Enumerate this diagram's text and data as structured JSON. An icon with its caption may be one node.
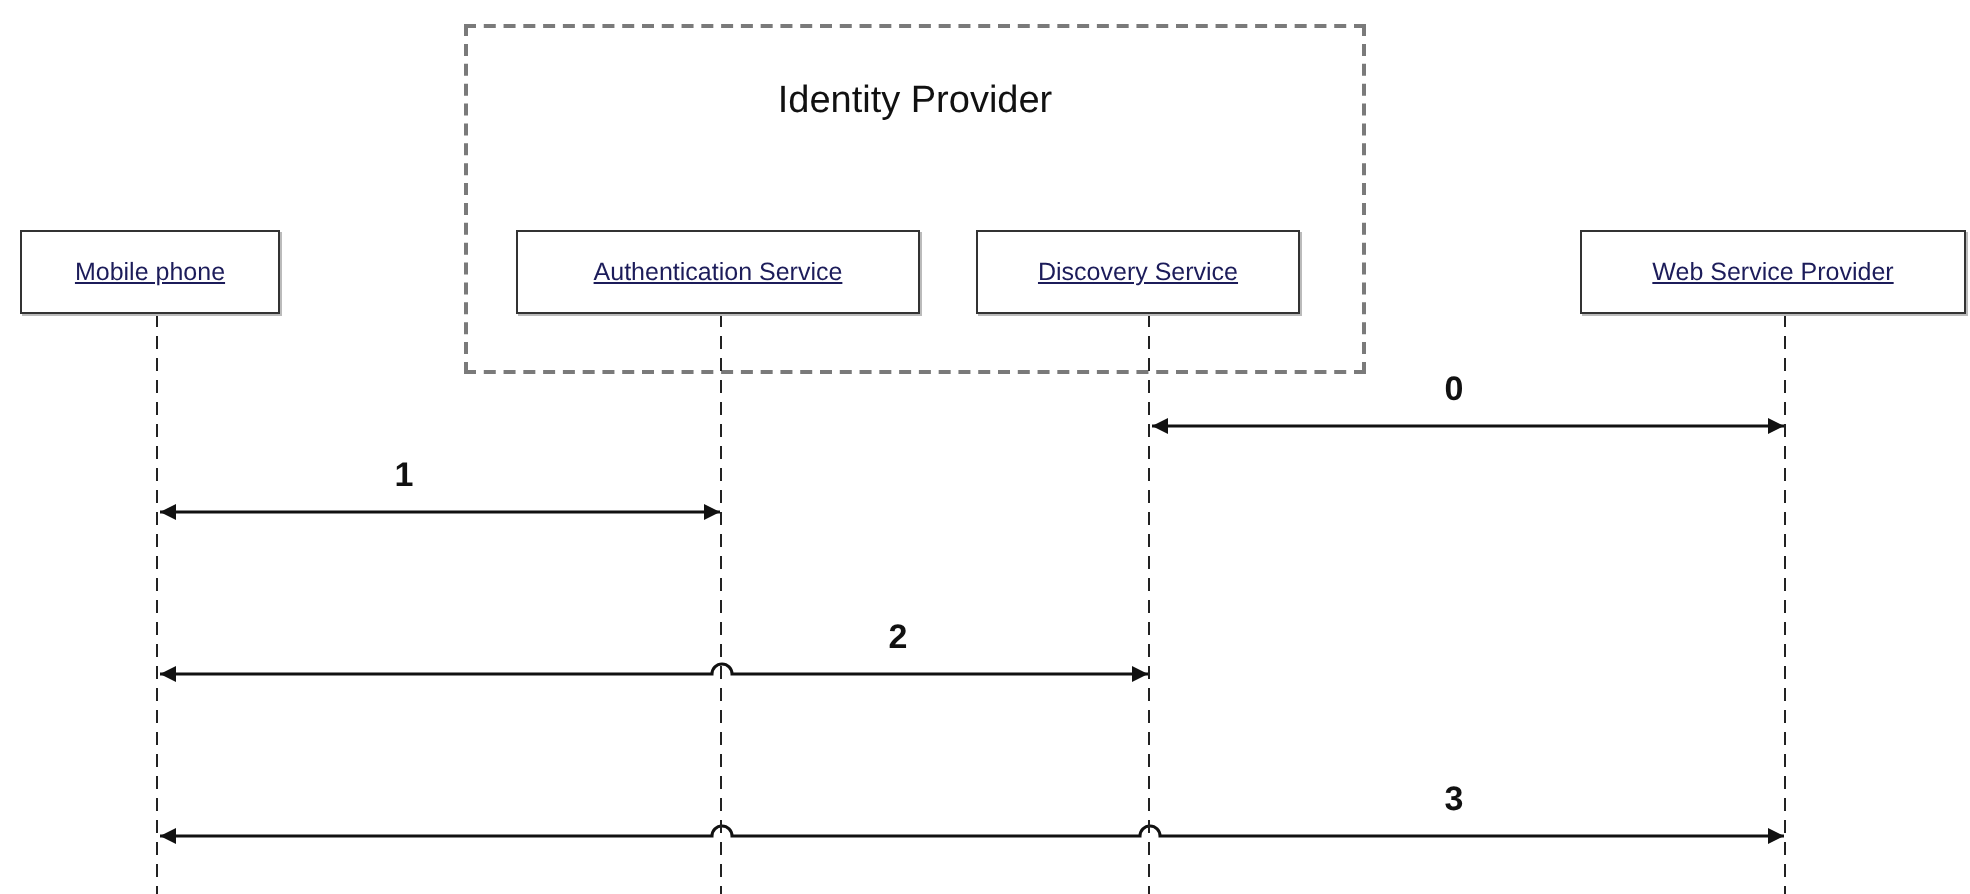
{
  "diagram": {
    "nodes": [
      {
        "text": [
          "Identity Provider"
        ]
      },
      {
        "text": [
          "Mobile phone"
        ]
      },
      {
        "text": [
          "Authentication Service"
        ],
        "in": 0
      },
      {
        "text": [
          "Discovery Service"
        ],
        "in": 0
      },
      {
        "text": [
          "Web Service Provider"
        ]
      },
      {
        "text": [],
        "shape": "line"
      },
      {
        "text": [],
        "shape": "line"
      },
      {
        "text": [],
        "shape": "line"
      },
      {
        "text": [],
        "shape": "line"
      }
    ],
    "edges": [
      {
        "from": 7,
        "to": 8,
        "arrow": "both",
        "label": "0"
      },
      {
        "from": 5,
        "to": 6,
        "arrow": "both",
        "label": "1"
      },
      {
        "from": 5,
        "to": 7,
        "arrow": "both",
        "label": "2"
      },
      {
        "from": 5,
        "to": 8,
        "arrow": "both",
        "label": "3"
      }
    ]
  }
}
